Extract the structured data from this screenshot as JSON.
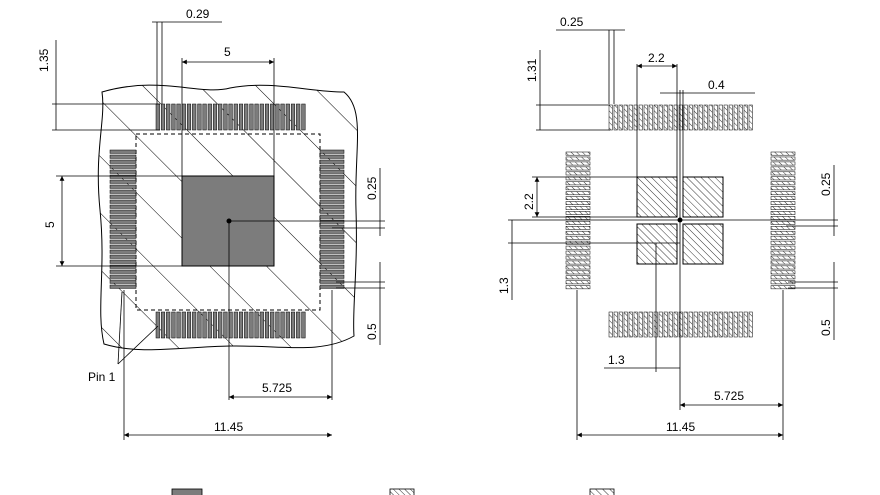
{
  "left_view": {
    "dims": {
      "pin_width": "0.29",
      "center_width": "5",
      "top_offset": "1.35",
      "center_height": "5",
      "pin_pitch": "0.25",
      "pin_spacing": "0.5",
      "half_width": "5.725",
      "overall_width": "11.45"
    },
    "pin1_label": "Pin 1"
  },
  "right_view": {
    "dims": {
      "pad_width": "0.25",
      "pad_offset": "1.31",
      "grid_width": "2.2",
      "grid_gap": "0.4",
      "pad_pitch": "0.25",
      "grid_height": "2.2",
      "row_offset": "1.3",
      "col_offset": "1.3",
      "pad_spacing": "0.5",
      "half_width": "5.725",
      "overall_width": "11.45"
    }
  },
  "colors": {
    "dark_fill": "#7c7c7c",
    "outline": "#000000"
  }
}
